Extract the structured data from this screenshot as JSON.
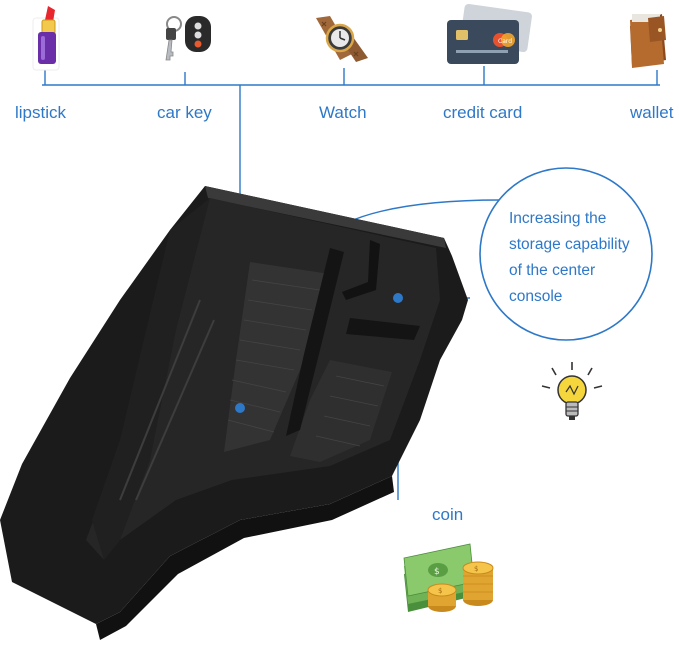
{
  "items": [
    {
      "label": "lipstick",
      "icon": "lipstick-icon"
    },
    {
      "label": "car key",
      "icon": "car-key-icon"
    },
    {
      "label": "Watch",
      "icon": "watch-icon"
    },
    {
      "label": "credit card",
      "icon": "credit-card-icon"
    },
    {
      "label": "wallet",
      "icon": "wallet-icon"
    }
  ],
  "callout": {
    "lines": [
      "Increasing the",
      "storage capability",
      "of the center",
      "console"
    ]
  },
  "coin": {
    "label": "coin",
    "icon": "money-coins-icon"
  },
  "idea_icon": "lightbulb-icon",
  "card_badge": "Card",
  "colors": {
    "accent": "#2e78c8",
    "tray": "#1b1b1b"
  }
}
